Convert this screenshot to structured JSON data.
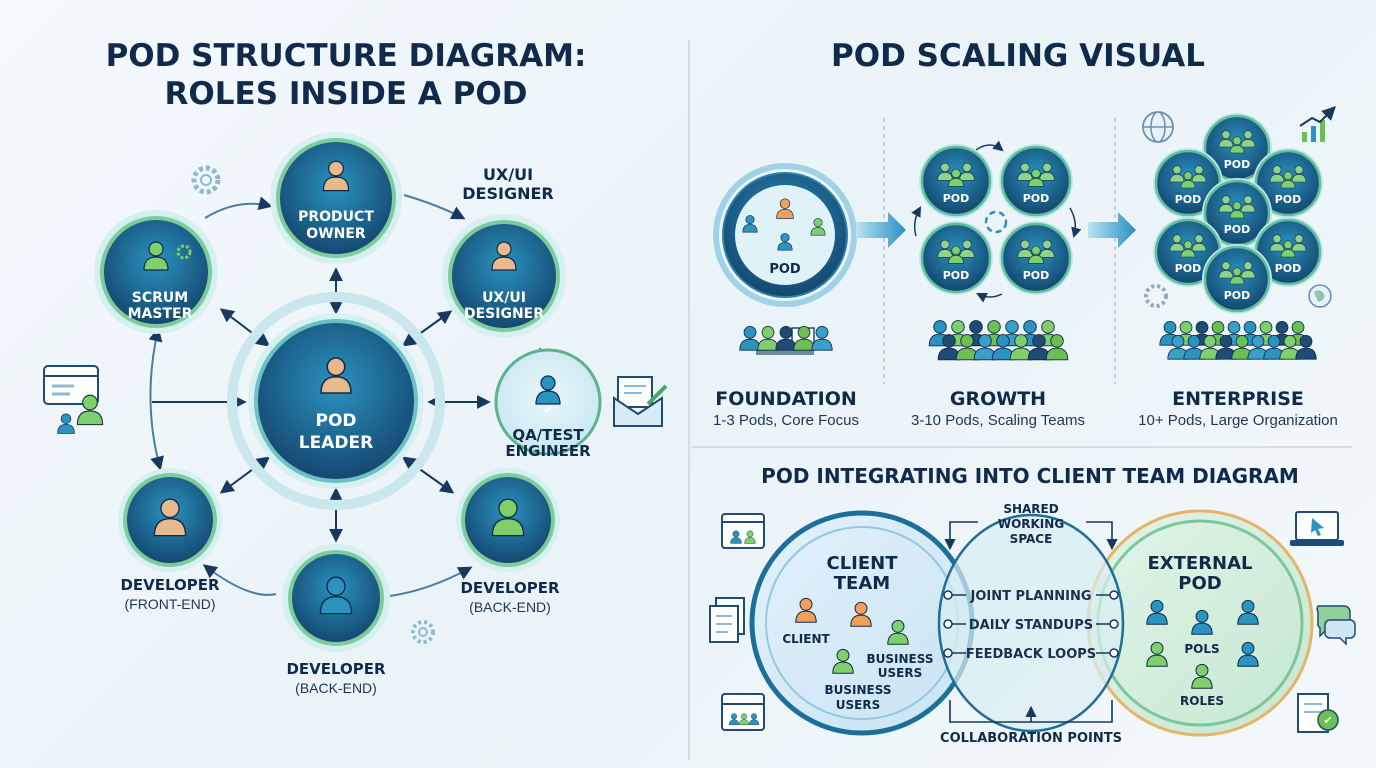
{
  "left_panel": {
    "title_line1": "POD STRUCTURE DIAGRAM:",
    "title_line2": "ROLES INSIDE A POD",
    "nodes": {
      "product_owner": [
        "PRODUCT",
        "OWNER"
      ],
      "scrum_master": [
        "SCRUM",
        "MASTER"
      ],
      "ux_designer": [
        "UX/UI",
        "DESIGNER"
      ],
      "pod_leader": [
        "POD",
        "LEADER"
      ],
      "qa_engineer": [
        "QA/TEST",
        "ENGINEER"
      ],
      "dev_front": [
        "DEVELOPER",
        "(FRONT-END)"
      ],
      "dev_back_right": [
        "DEVELOPER",
        "(BACK-END)"
      ],
      "dev_back_bottom": [
        "DEVELOPER",
        "(BACK-END)"
      ]
    },
    "ux_designer_outside_label": [
      "UX/UI",
      "DESIGNER"
    ]
  },
  "scaling": {
    "title": "POD SCALING VISUAL",
    "pod_label": "POD",
    "stages": [
      {
        "name": "FOUNDATION",
        "desc": "1-3 Pods, Core Focus"
      },
      {
        "name": "GROWTH",
        "desc": "3-10 Pods, Scaling Teams"
      },
      {
        "name": "ENTERPRISE",
        "desc": "10+ Pods, Large Organization"
      }
    ]
  },
  "integration": {
    "title": "POD INTEGRATING INTO CLIENT TEAM DIAGRAM",
    "shared_space": [
      "SHARED",
      "WORKING",
      "SPACE"
    ],
    "client_team": [
      "CLIENT",
      "TEAM"
    ],
    "external_pod": [
      "EXTERNAL",
      "POD"
    ],
    "client_label": "CLIENT",
    "business_users_a": [
      "BUSINESS",
      "USERS"
    ],
    "business_users_b": [
      "BUSINESS",
      "USERS"
    ],
    "pols": "POLS",
    "roles": "ROLES",
    "points": [
      "JOINT PLANNING",
      "DAILY STANDUPS",
      "FEEDBACK LOOPS"
    ],
    "bottom_label": "COLLABORATION POINTS"
  },
  "colors": {
    "navy": "#102a4c",
    "teal": "#1b7fa6",
    "green": "#6cbf52",
    "ring": "#9fd9c9"
  }
}
